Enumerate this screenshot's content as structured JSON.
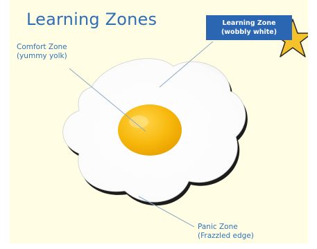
{
  "title": "Learning Zones",
  "labels": {
    "comfort_zone": {
      "line1": "Comfort Zone",
      "line2": "(yummy yolk)"
    },
    "learning_zone": {
      "line1": "Learning Zone",
      "line2": "(wobbly white)"
    },
    "panic_zone": {
      "line1": "Panic Zone",
      "line2": "(Frazzled edge)"
    }
  },
  "colors": {
    "background": "#fffde3",
    "title_text": "#2e6fb5",
    "label_text": "#2f74b7",
    "label_box": "#2b66b3",
    "egg_white": "#ffffff",
    "egg_edge": "#1a1a1a",
    "yolk": "#f5b90a",
    "star_fill": "#f6c22b",
    "star_stroke": "#2a2a2a",
    "leader_line": "#8fa9c4"
  },
  "icons": {
    "star": "star-icon",
    "egg": "fried-egg-illustration"
  }
}
